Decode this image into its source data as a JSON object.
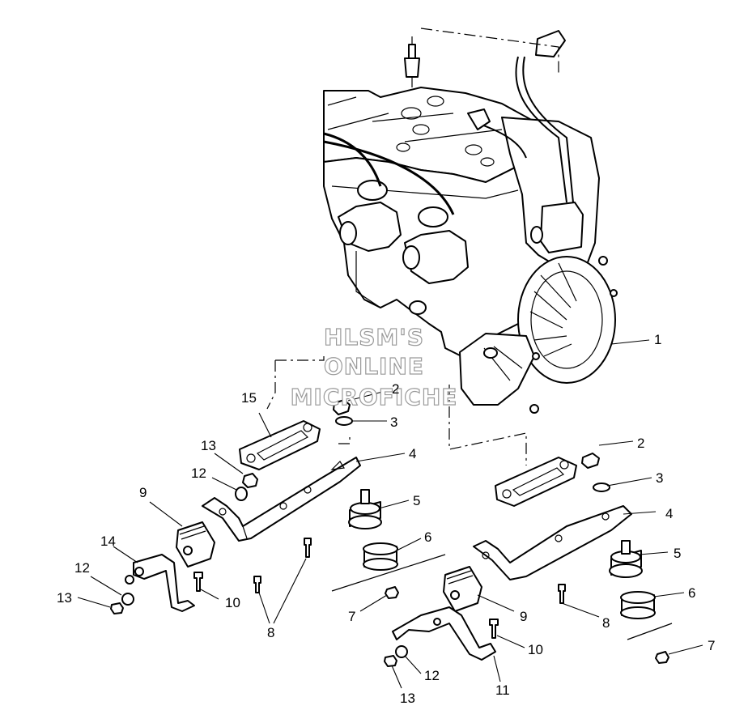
{
  "watermark": {
    "line1": "HLSM'S",
    "line2": "ONLINE",
    "line3": "MICROFICHE"
  },
  "callouts": [
    {
      "id": "c1",
      "label": "1"
    },
    {
      "id": "c2a",
      "label": "2"
    },
    {
      "id": "c2b",
      "label": "2"
    },
    {
      "id": "c3a",
      "label": "3"
    },
    {
      "id": "c3b",
      "label": "3"
    },
    {
      "id": "c4a",
      "label": "4"
    },
    {
      "id": "c4b",
      "label": "4"
    },
    {
      "id": "c5a",
      "label": "5"
    },
    {
      "id": "c5b",
      "label": "5"
    },
    {
      "id": "c6a",
      "label": "6"
    },
    {
      "id": "c6b",
      "label": "6"
    },
    {
      "id": "c7a",
      "label": "7"
    },
    {
      "id": "c7b",
      "label": "7"
    },
    {
      "id": "c8a",
      "label": "8"
    },
    {
      "id": "c8b",
      "label": "8"
    },
    {
      "id": "c9a",
      "label": "9"
    },
    {
      "id": "c9b",
      "label": "9"
    },
    {
      "id": "c10a",
      "label": "10"
    },
    {
      "id": "c10b",
      "label": "10"
    },
    {
      "id": "c11",
      "label": "11"
    },
    {
      "id": "c12a",
      "label": "12"
    },
    {
      "id": "c12b",
      "label": "12"
    },
    {
      "id": "c12c",
      "label": "12"
    },
    {
      "id": "c13a",
      "label": "13"
    },
    {
      "id": "c13b",
      "label": "13"
    },
    {
      "id": "c13c",
      "label": "13"
    },
    {
      "id": "c14",
      "label": "14"
    },
    {
      "id": "c15",
      "label": "15"
    }
  ]
}
